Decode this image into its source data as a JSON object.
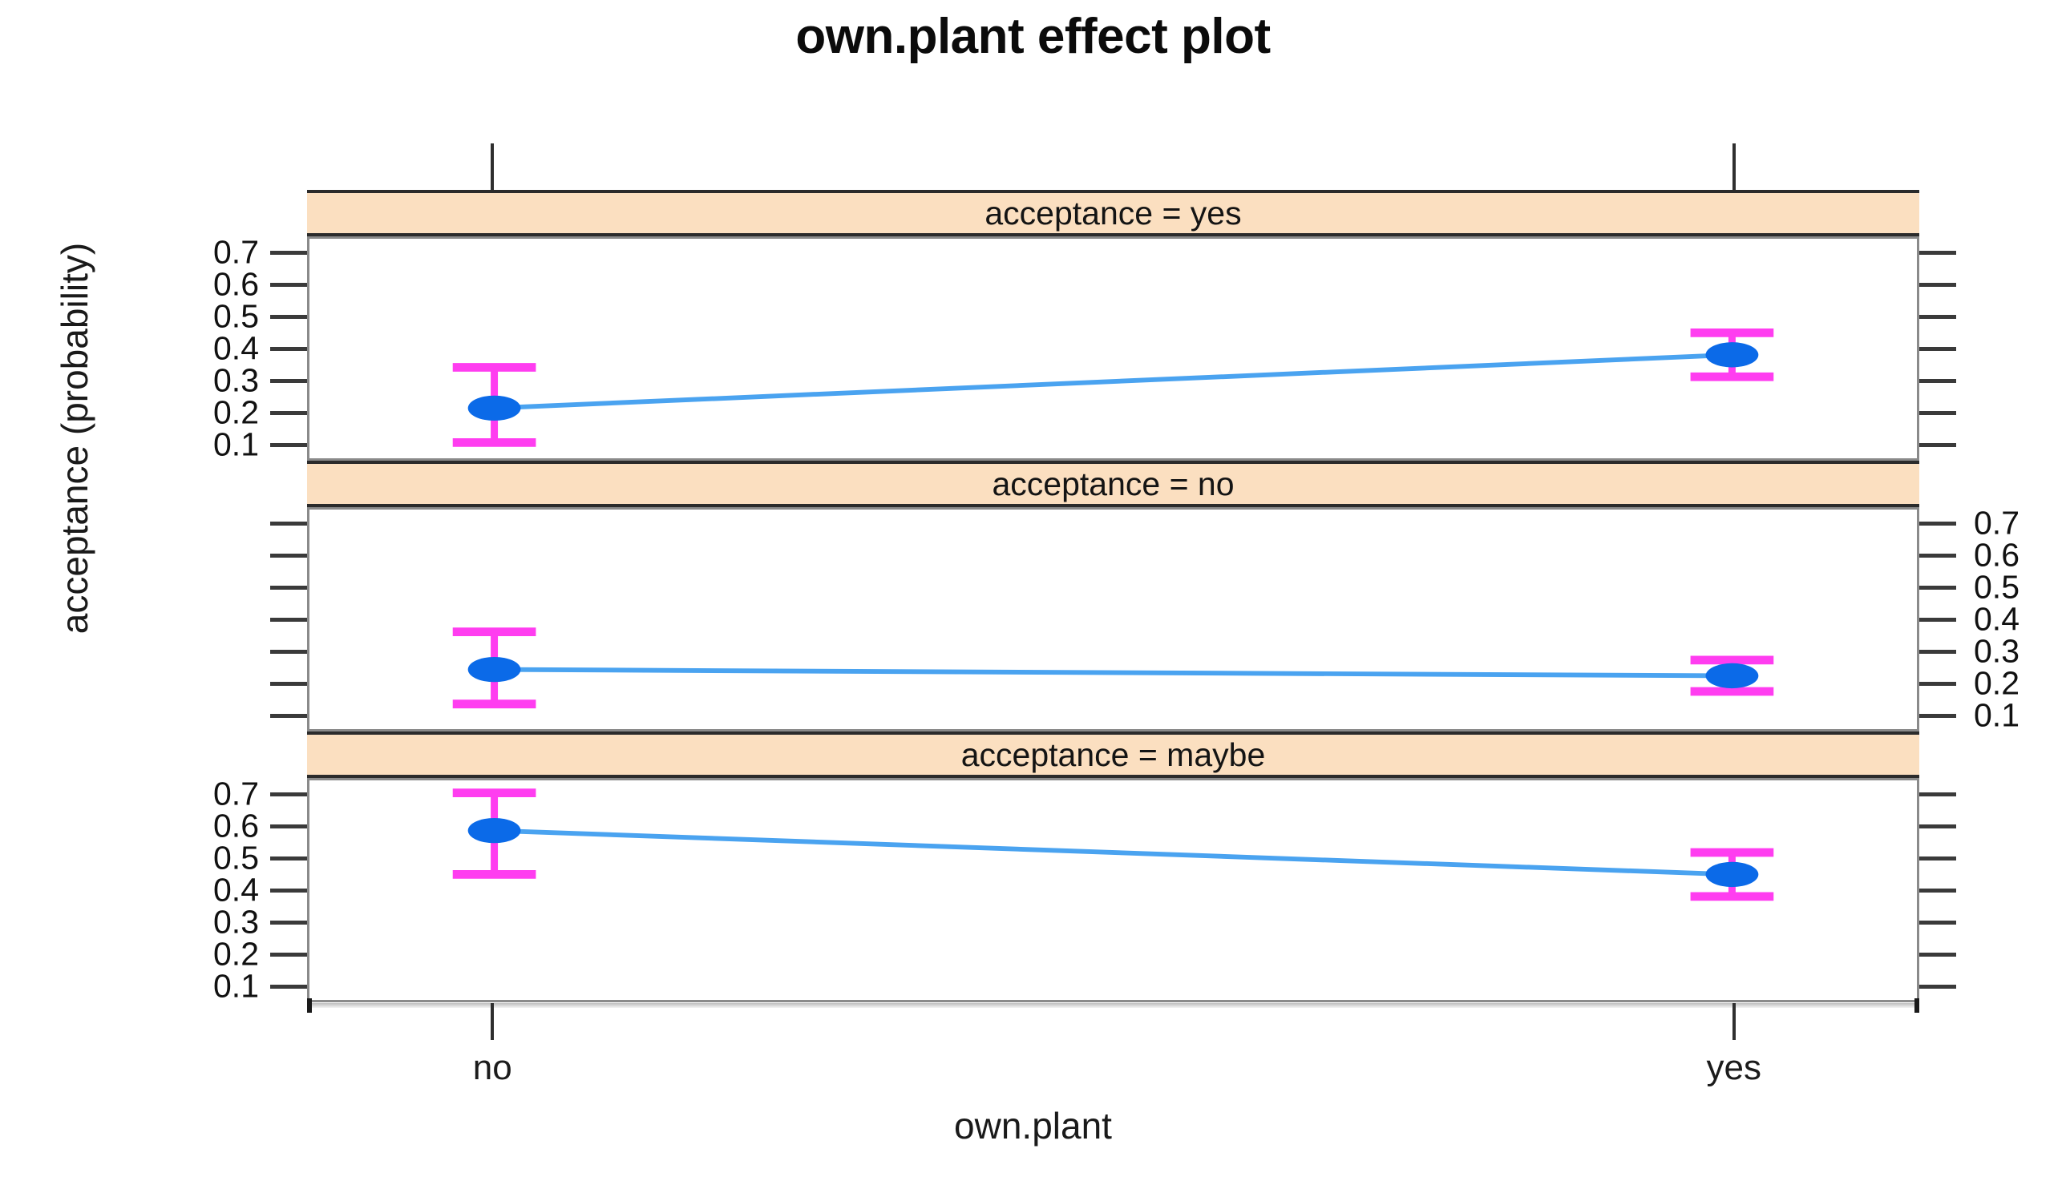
{
  "title": "own.plant effect plot",
  "axes": {
    "xlabel": "own.plant",
    "ylabel": "acceptance (probability)",
    "x_categories": [
      "no",
      "yes"
    ],
    "y_ticks": [
      "0.1",
      "0.2",
      "0.3",
      "0.4",
      "0.5",
      "0.6",
      "0.7"
    ],
    "ylim": [
      0.05,
      0.75
    ]
  },
  "panels": [
    {
      "strip": "acceptance = yes",
      "left_axis_labels": true,
      "right_axis_labels": false,
      "values": [
        0.21,
        0.38
      ],
      "lower": [
        0.1,
        0.31
      ],
      "upper": [
        0.34,
        0.45
      ]
    },
    {
      "strip": "acceptance = no",
      "left_axis_labels": false,
      "right_axis_labels": true,
      "values": [
        0.24,
        0.22
      ],
      "lower": [
        0.13,
        0.17
      ],
      "upper": [
        0.36,
        0.27
      ]
    },
    {
      "strip": "acceptance = maybe",
      "left_axis_labels": true,
      "right_axis_labels": false,
      "values": [
        0.59,
        0.45
      ],
      "lower": [
        0.45,
        0.38
      ],
      "upper": [
        0.71,
        0.52
      ]
    }
  ],
  "style": {
    "point_color": "#0b6ae8",
    "line_color": "#4aa3f0",
    "error_color": "#ff3df0",
    "strip_bg": "#fbdfc0",
    "panel_border": "#8a8a8a",
    "text_color": "#111111"
  },
  "chart_data": {
    "type": "line",
    "title": "own.plant effect plot",
    "xlabel": "own.plant",
    "ylabel": "acceptance (probability)",
    "categories": [
      "no",
      "yes"
    ],
    "ylim": [
      0.05,
      0.75
    ],
    "yticks": [
      0.1,
      0.2,
      0.3,
      0.4,
      0.5,
      0.6,
      0.7
    ],
    "grid": false,
    "legend": "none",
    "facets": [
      {
        "label": "acceptance = yes",
        "values": [
          0.21,
          0.38
        ],
        "ci_lower": [
          0.1,
          0.31
        ],
        "ci_upper": [
          0.34,
          0.45
        ]
      },
      {
        "label": "acceptance = no",
        "values": [
          0.24,
          0.22
        ],
        "ci_lower": [
          0.13,
          0.17
        ],
        "ci_upper": [
          0.36,
          0.27
        ]
      },
      {
        "label": "acceptance = maybe",
        "values": [
          0.59,
          0.45
        ],
        "ci_lower": [
          0.45,
          0.38
        ],
        "ci_upper": [
          0.71,
          0.52
        ]
      }
    ]
  }
}
